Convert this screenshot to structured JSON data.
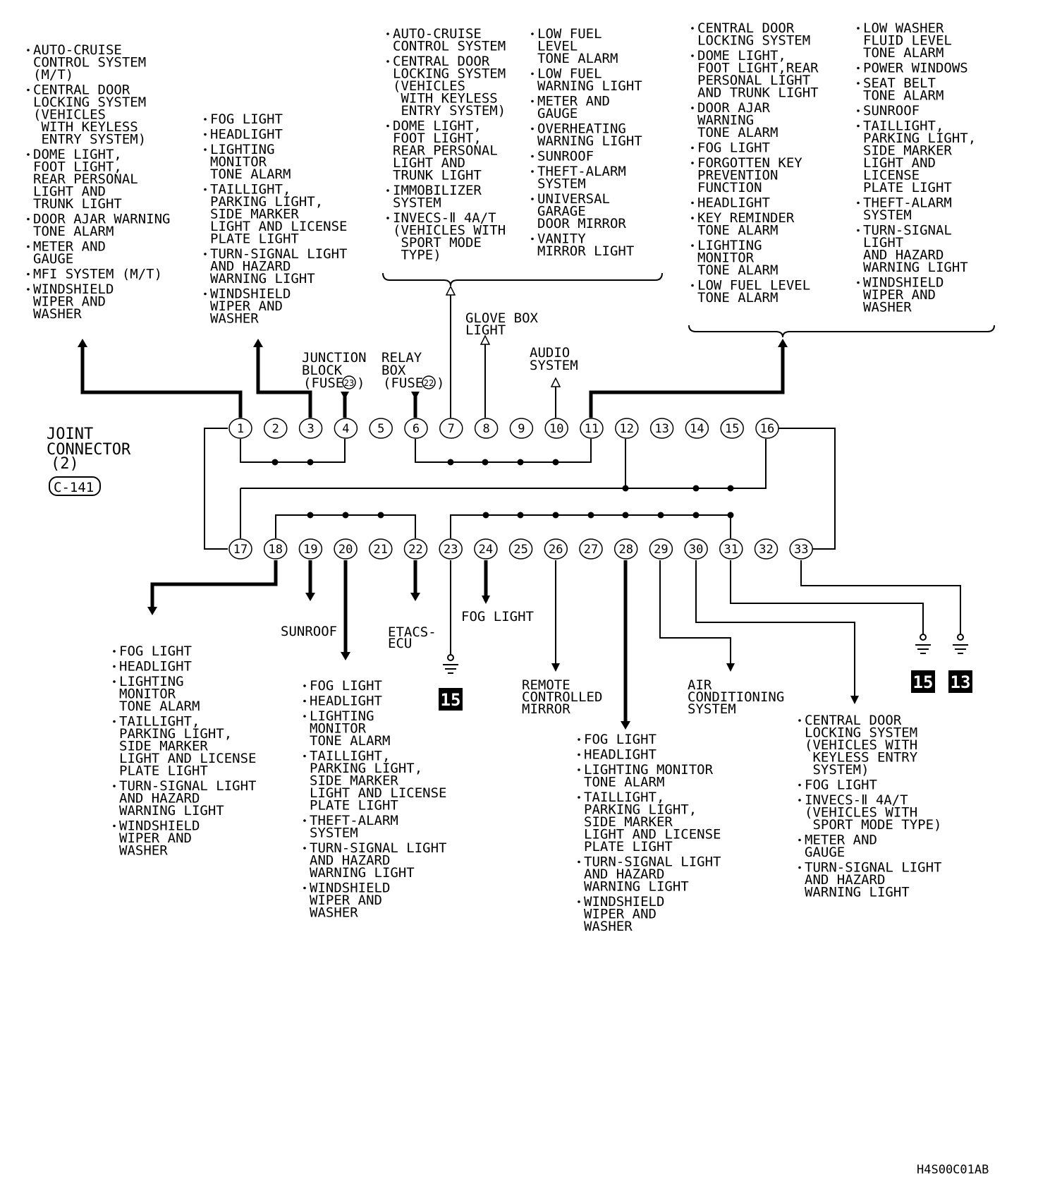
{
  "connector": {
    "title": [
      "JOINT",
      "CONNECTOR",
      "(2)"
    ],
    "code": "C-141"
  },
  "pins": {
    "top": [
      "1",
      "2",
      "3",
      "4",
      "5",
      "6",
      "7",
      "8",
      "9",
      "10",
      "11",
      "12",
      "13",
      "14",
      "15",
      "16"
    ],
    "bottom": [
      "17",
      "18",
      "19",
      "20",
      "21",
      "22",
      "23",
      "24",
      "25",
      "26",
      "27",
      "28",
      "29",
      "30",
      "31",
      "32",
      "33"
    ]
  },
  "labels": {
    "junction_block": [
      "JUNCTION",
      "BLOCK",
      "(FUSE "
    ],
    "junction_fuse": "23",
    "relay_box": [
      "RELAY",
      "BOX",
      "(FUSE "
    ],
    "relay_fuse": "22",
    "glove_box": [
      "GLOVE BOX",
      "LIGHT"
    ],
    "audio": [
      "AUDIO",
      "SYSTEM"
    ],
    "sunroof": "SUNROOF",
    "etacs": [
      "ETACS-",
      "ECU"
    ],
    "fog_light": "FOG LIGHT",
    "remote_mirror": [
      "REMOTE",
      "CONTROLLED",
      "MIRROR"
    ],
    "air_conditioning": [
      "AIR",
      "CONDITIONING",
      "SYSTEM"
    ],
    "ground_a": "15",
    "ground_b": "15",
    "ground_c": "13",
    "figure_code": "H4S00C01AB"
  },
  "lists": {
    "pin1": [
      [
        "AUTO-CRUISE",
        "CONTROL SYSTEM",
        "(M/T)"
      ],
      [
        "CENTRAL DOOR",
        "LOCKING SYSTEM",
        "(VEHICLES",
        " WITH KEYLESS",
        " ENTRY SYSTEM)"
      ],
      [
        "DOME LIGHT,",
        "FOOT LIGHT,",
        "REAR PERSONAL",
        "LIGHT AND",
        "TRUNK LIGHT"
      ],
      [
        "DOOR AJAR WARNING",
        "TONE ALARM"
      ],
      [
        "METER AND",
        "GAUGE"
      ],
      [
        "MFI SYSTEM (M/T)"
      ],
      [
        "WINDSHIELD",
        "WIPER AND",
        "WASHER"
      ]
    ],
    "pin3": [
      [
        "FOG LIGHT"
      ],
      [
        "HEADLIGHT"
      ],
      [
        "LIGHTING",
        "MONITOR",
        "TONE ALARM"
      ],
      [
        "TAILLIGHT,",
        "PARKING LIGHT,",
        "SIDE MARKER",
        "LIGHT AND LICENSE",
        "PLATE LIGHT"
      ],
      [
        "TURN-SIGNAL LIGHT",
        "AND HAZARD",
        "WARNING LIGHT"
      ],
      [
        "WINDSHIELD",
        "WIPER AND",
        "WASHER"
      ]
    ],
    "pin7_a": [
      [
        "AUTO-CRUISE",
        "CONTROL SYSTEM"
      ],
      [
        "CENTRAL DOOR",
        "LOCKING SYSTEM",
        "(VEHICLES",
        " WITH KEYLESS",
        " ENTRY SYSTEM)"
      ],
      [
        "DOME LIGHT,",
        "FOOT LIGHT,",
        "REAR PERSONAL",
        "LIGHT AND",
        "TRUNK LIGHT"
      ],
      [
        "IMMOBILIZER",
        "SYSTEM"
      ],
      [
        "INVECS-Ⅱ 4A/T",
        "(VEHICLES WITH",
        " SPORT MODE",
        " TYPE)"
      ]
    ],
    "pin7_b": [
      [
        "LOW FUEL",
        "LEVEL",
        "TONE ALARM"
      ],
      [
        "LOW FUEL",
        "WARNING LIGHT"
      ],
      [
        "METER AND",
        "GAUGE"
      ],
      [
        "OVERHEATING",
        "WARNING LIGHT"
      ],
      [
        "SUNROOF"
      ],
      [
        "THEFT-ALARM",
        "SYSTEM"
      ],
      [
        "UNIVERSAL",
        "GARAGE",
        "DOOR MIRROR"
      ],
      [
        "VANITY",
        "MIRROR LIGHT"
      ]
    ],
    "pin11_a": [
      [
        "CENTRAL DOOR",
        "LOCKING SYSTEM"
      ],
      [
        "DOME LIGHT,",
        "FOOT LIGHT,REAR",
        "PERSONAL LIGHT",
        "AND TRUNK LIGHT"
      ],
      [
        "DOOR AJAR",
        "WARNING",
        "TONE ALARM"
      ],
      [
        "FOG LIGHT"
      ],
      [
        "FORGOTTEN KEY",
        "PREVENTION",
        "FUNCTION"
      ],
      [
        "HEADLIGHT"
      ],
      [
        "KEY REMINDER",
        "TONE ALARM"
      ],
      [
        "LIGHTING",
        "MONITOR",
        "TONE ALARM"
      ],
      [
        "LOW FUEL LEVEL",
        "TONE ALARM"
      ]
    ],
    "pin11_b": [
      [
        "LOW WASHER",
        "FLUID LEVEL",
        "TONE ALARM"
      ],
      [
        "POWER WINDOWS"
      ],
      [
        "SEAT BELT",
        "TONE ALARM"
      ],
      [
        "SUNROOF"
      ],
      [
        "TAILLIGHT,",
        "PARKING LIGHT,",
        "SIDE MARKER",
        "LIGHT AND",
        "LICENSE",
        "PLATE LIGHT"
      ],
      [
        "THEFT-ALARM",
        "SYSTEM"
      ],
      [
        "TURN-SIGNAL",
        "LIGHT",
        "AND HAZARD",
        "WARNING LIGHT"
      ],
      [
        "WINDSHIELD",
        "WIPER AND",
        "WASHER"
      ]
    ],
    "pin18": [
      [
        "FOG LIGHT"
      ],
      [
        "HEADLIGHT"
      ],
      [
        "LIGHTING",
        "MONITOR",
        "TONE ALARM"
      ],
      [
        "TAILLIGHT,",
        "PARKING LIGHT,",
        "SIDE MARKER",
        "LIGHT AND LICENSE",
        "PLATE LIGHT"
      ],
      [
        "TURN-SIGNAL LIGHT",
        "AND HAZARD",
        "WARNING LIGHT"
      ],
      [
        "WINDSHIELD",
        "WIPER AND",
        "WASHER"
      ]
    ],
    "pin20": [
      [
        "FOG LIGHT"
      ],
      [
        "HEADLIGHT"
      ],
      [
        "LIGHTING",
        "MONITOR",
        "TONE ALARM"
      ],
      [
        "TAILLIGHT,",
        "PARKING LIGHT,",
        "SIDE MARKER",
        "LIGHT AND LICENSE",
        "PLATE LIGHT"
      ],
      [
        "THEFT-ALARM",
        "SYSTEM"
      ],
      [
        "TURN-SIGNAL LIGHT",
        "AND HAZARD",
        "WARNING LIGHT"
      ],
      [
        "WINDSHIELD",
        "WIPER AND",
        "WASHER"
      ]
    ],
    "pin28": [
      [
        "FOG LIGHT"
      ],
      [
        "HEADLIGHT"
      ],
      [
        "LIGHTING MONITOR",
        "TONE ALARM"
      ],
      [
        "TAILLIGHT,",
        "PARKING LIGHT,",
        "SIDE MARKER",
        "LIGHT AND LICENSE",
        "PLATE LIGHT"
      ],
      [
        "TURN-SIGNAL LIGHT",
        "AND HAZARD",
        "WARNING LIGHT"
      ],
      [
        "WINDSHIELD",
        "WIPER AND",
        "WASHER"
      ]
    ],
    "pin30": [
      [
        "CENTRAL DOOR",
        "LOCKING SYSTEM",
        "(VEHICLES WITH",
        " KEYLESS ENTRY",
        " SYSTEM)"
      ],
      [
        "FOG LIGHT"
      ],
      [
        "INVECS-Ⅱ 4A/T",
        "(VEHICLES WITH",
        " SPORT MODE TYPE)"
      ],
      [
        "METER AND",
        "GAUGE"
      ],
      [
        "TURN-SIGNAL LIGHT",
        "AND HAZARD",
        "WARNING LIGHT"
      ]
    ]
  }
}
